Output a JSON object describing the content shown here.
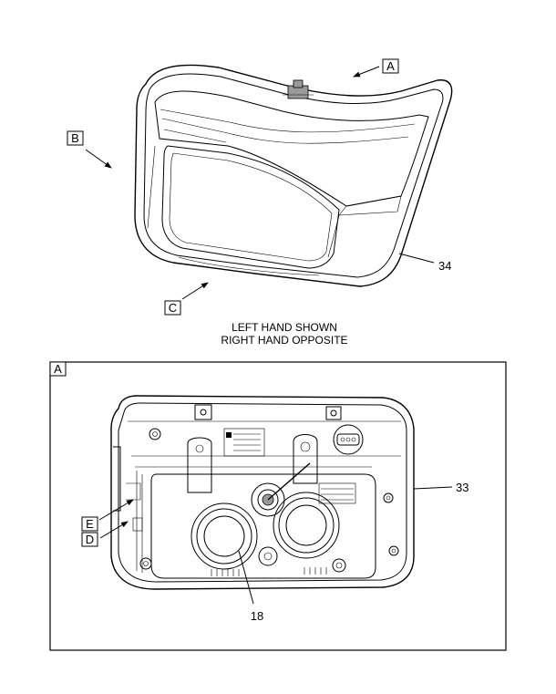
{
  "callouts": {
    "view_a": "A",
    "view_b": "B",
    "view_c": "C",
    "detail_d": "D",
    "detail_e": "E",
    "detail_box_label": "A"
  },
  "part_numbers": {
    "p34": "34",
    "p33": "33",
    "p18": "18"
  },
  "note": {
    "line1": "LEFT HAND SHOWN",
    "line2": "RIGHT HAND OPPOSITE"
  }
}
